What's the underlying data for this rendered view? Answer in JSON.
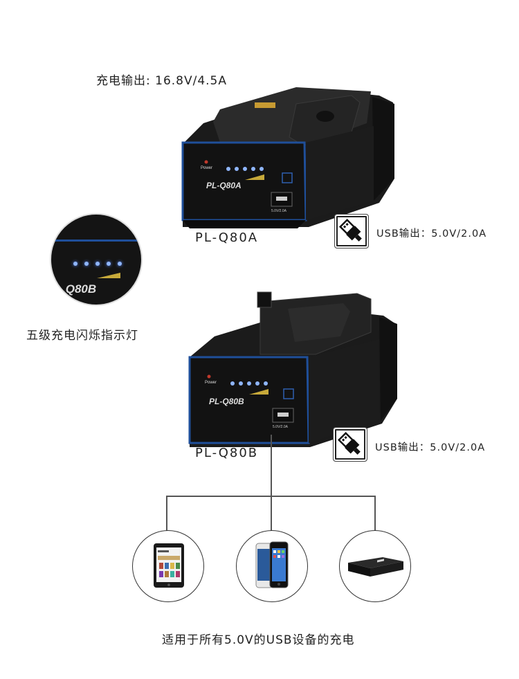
{
  "top": {
    "charge_output": "充电输出: 16.8V/4.5A",
    "model_a": "PL-Q80A",
    "model_b": "PL-Q80B"
  },
  "device": {
    "power_label": "Power",
    "name_a": "PL-Q80A",
    "name_b": "PL-Q80B",
    "usb_port_label": "5.0V/2.0A"
  },
  "usb_a": {
    "text": "USB输出：5.0V/2.0A",
    "icon": "usb-plug-icon"
  },
  "usb_b": {
    "text": "USB输出：5.0V/2.0A",
    "icon": "usb-plug-icon"
  },
  "indicator": {
    "caption": "五级充电闪烁指示灯",
    "zoom_text": ".Q80B"
  },
  "devices": [
    {
      "icon": "tablet-icon"
    },
    {
      "icon": "smartphone-icon"
    },
    {
      "icon": "set-top-box-icon"
    }
  ],
  "bottom": {
    "caption": "适用于所有5.0V的USB设备的充电"
  },
  "colors": {
    "panel_blue": "#1f4f9a",
    "led_blue": "#8fb6ff",
    "body_black": "#1a1a1a"
  }
}
